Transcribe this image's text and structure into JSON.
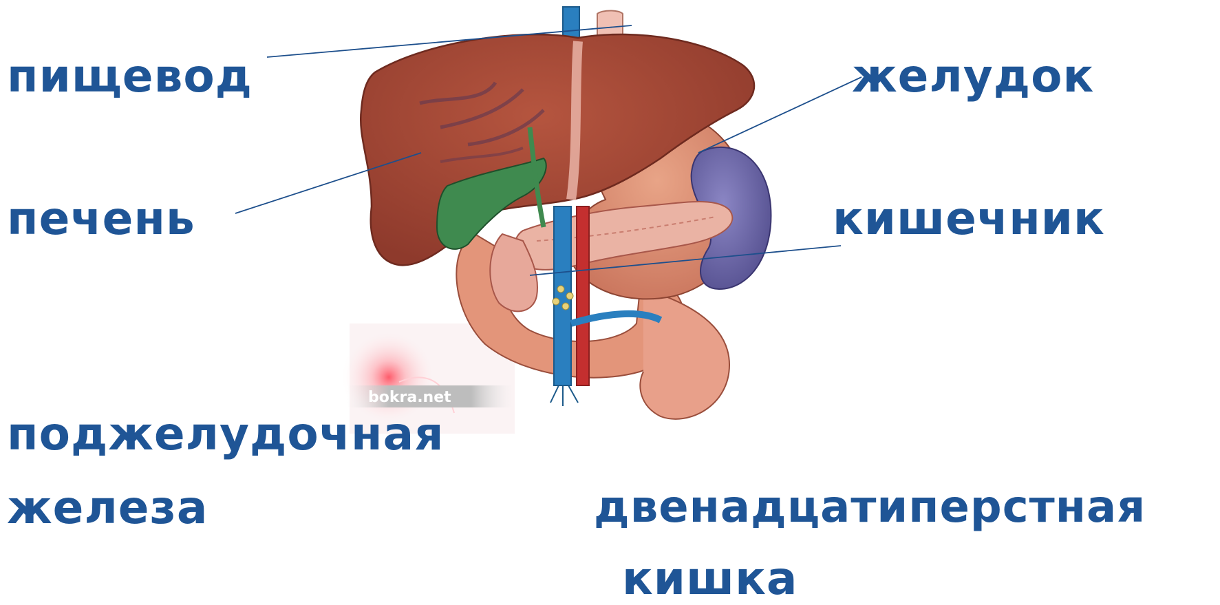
{
  "labels": {
    "esophagus": "пищевод",
    "stomach": "желудок",
    "liver": "печень",
    "intestine": "кишечник",
    "pancreas_line1": "поджелудочная",
    "pancreas_line2": "железа",
    "duodenum_line1": "двенадцатиперстная",
    "duodenum_line2": "кишка"
  },
  "watermark": "bokra.net",
  "colors": {
    "label_text": "#1f5596",
    "leader_line": "#1d4f8c",
    "liver": "#a8493a",
    "stomach": "#d98a6e",
    "pancreas": "#e6a89a",
    "spleen": "#5e5a9e",
    "gallbladder": "#3f8a4f",
    "vein": "#2a7fbf",
    "artery": "#c42f2f"
  }
}
